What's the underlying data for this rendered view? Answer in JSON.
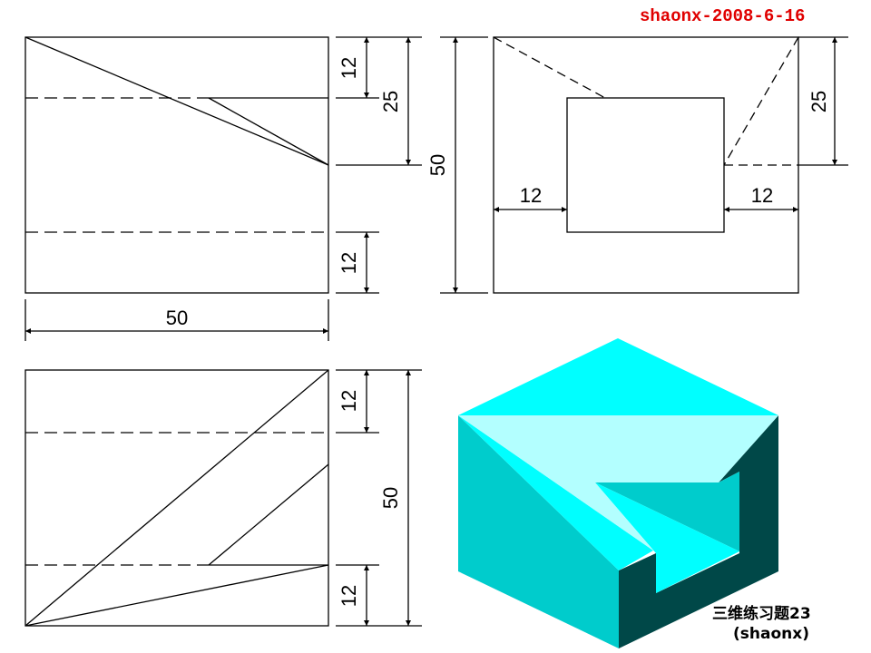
{
  "header": {
    "signature": "shaonx-2008-6-16"
  },
  "front_view": {
    "dims": {
      "top": "12",
      "middle": "25",
      "bottom": "12",
      "width": "50"
    }
  },
  "side_view": {
    "dims": {
      "height": "50",
      "right": "25",
      "left_offset": "12",
      "right_offset": "12"
    }
  },
  "top_view": {
    "dims": {
      "top": "12",
      "height": "50",
      "bottom": "12"
    }
  },
  "model": {
    "caption": "三维练习题23",
    "author": "(shaonx)",
    "colors": {
      "top": "#00ffff",
      "slope": "#b3ffff",
      "left": "#00cccc",
      "right": "#004848",
      "notch_back": "#00cccc",
      "notch_floor": "#00ffff"
    }
  }
}
